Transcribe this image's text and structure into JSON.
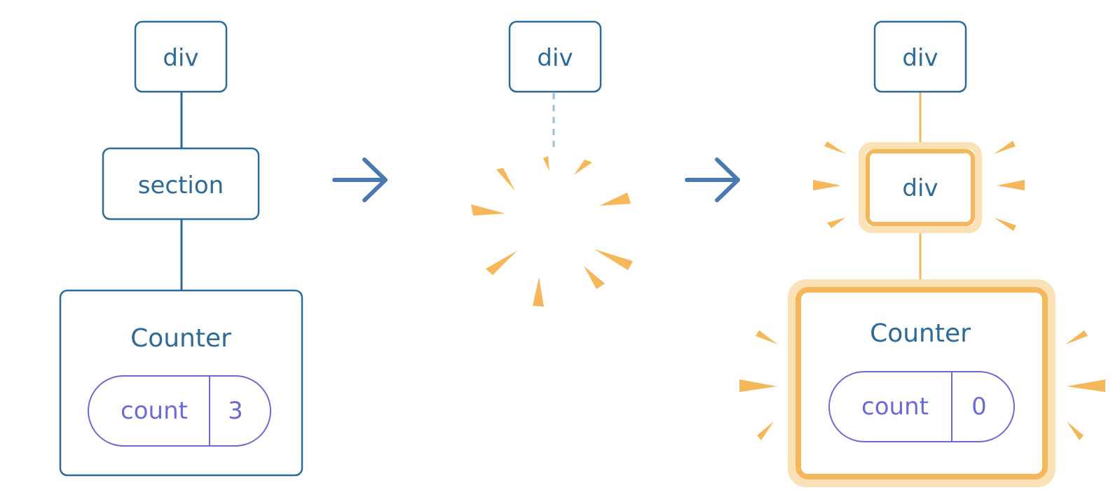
{
  "colors": {
    "node_border": "#2b6a99",
    "node_text": "#2b6a99",
    "state_border": "#6a6bd6",
    "state_text": "#6a6bd6",
    "highlight": "#f6b65a",
    "highlight_glow": "#fbe1b6",
    "arrow": "#4a78b0",
    "dashed_edge": "#9cbfd8"
  },
  "icons": {
    "arrow": "right-arrow-icon",
    "burst": "sparkle-burst-icon"
  },
  "before": {
    "root": "div",
    "child": "section",
    "component": "Counter",
    "state_name": "count",
    "state_value": "3"
  },
  "middle": {
    "root": "div"
  },
  "after": {
    "root": "div",
    "child": "div",
    "component": "Counter",
    "state_name": "count",
    "state_value": "0"
  }
}
